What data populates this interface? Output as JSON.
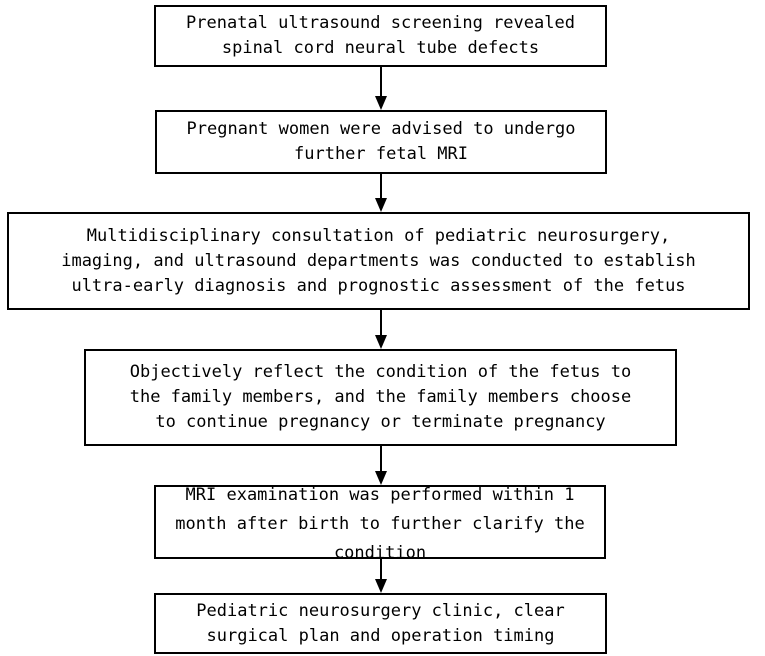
{
  "steps": [
    {
      "lines": [
        "Prenatal ultrasound screening revealed",
        "spinal cord neural tube defects"
      ]
    },
    {
      "lines": [
        "Pregnant women were advised to undergo",
        "further fetal MRI"
      ]
    },
    {
      "lines": [
        "Multidisciplinary consultation of pediatric neurosurgery,",
        "imaging, and ultrasound departments was conducted to establish",
        "ultra-early diagnosis and prognostic assessment of the fetus"
      ]
    },
    {
      "lines": [
        "Objectively reflect the condition of the fetus to",
        "the family members, and the family members choose",
        "to continue pregnancy or terminate pregnancy"
      ]
    },
    {
      "lines": [
        "MRI examination was performed within 1",
        "month after birth to further clarify the",
        "condition"
      ]
    },
    {
      "lines": [
        "Pediatric neurosurgery clinic, clear",
        "surgical plan and operation timing"
      ]
    }
  ],
  "style": {
    "line_color": "#000000",
    "box_fill": "#ffffff"
  }
}
